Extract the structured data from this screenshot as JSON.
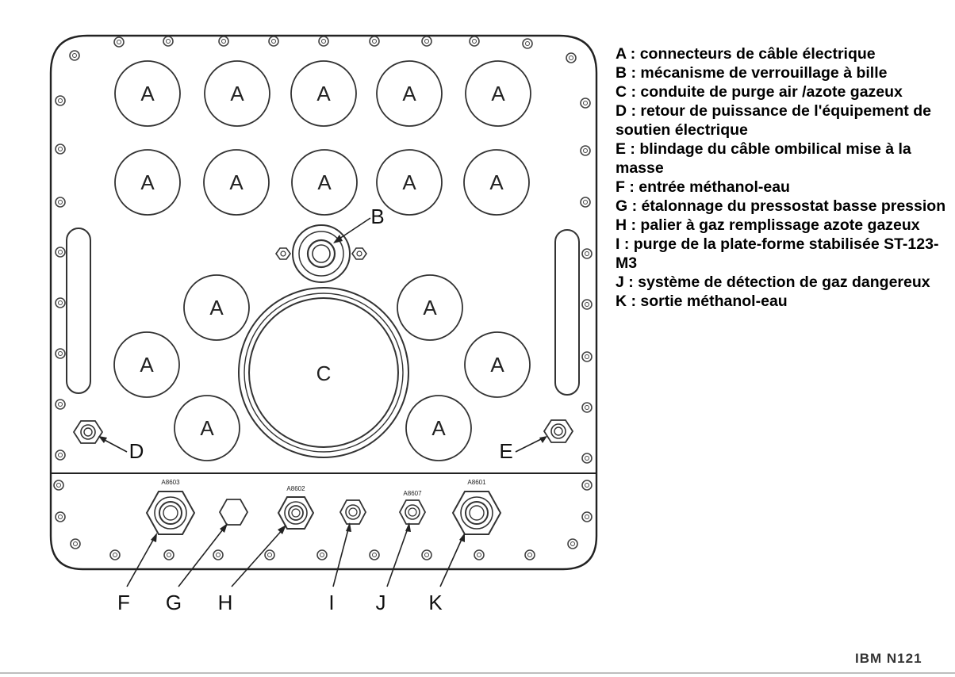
{
  "diagram": {
    "connector_label": "A",
    "lock_label": "B",
    "purge_label": "C",
    "callouts": {
      "d": "D",
      "e": "E",
      "f": "F",
      "g": "G",
      "h": "H",
      "i": "I",
      "j": "J",
      "k": "K"
    },
    "fittings": {
      "f": "A8603",
      "h": "A8602",
      "j": "A8607",
      "k": "A8601"
    }
  },
  "legend": [
    "A : connecteurs de câble électrique",
    "B : mécanisme de verrouillage à bille",
    "C : conduite de purge air /azote gazeux",
    "D : retour de puissance de l'équipement de soutien électrique",
    "E : blindage du câble ombilical mise à la masse",
    "F : entrée méthanol-eau",
    "G : étalonnage du pressostat basse pression",
    "H : palier à gaz remplissage azote gazeux",
    "I : purge de la plate-forme stabilisée ST-123-M3",
    "J : système de détection de gaz dangereux",
    "K : sortie méthanol-eau"
  ],
  "footer": "IBM N121"
}
